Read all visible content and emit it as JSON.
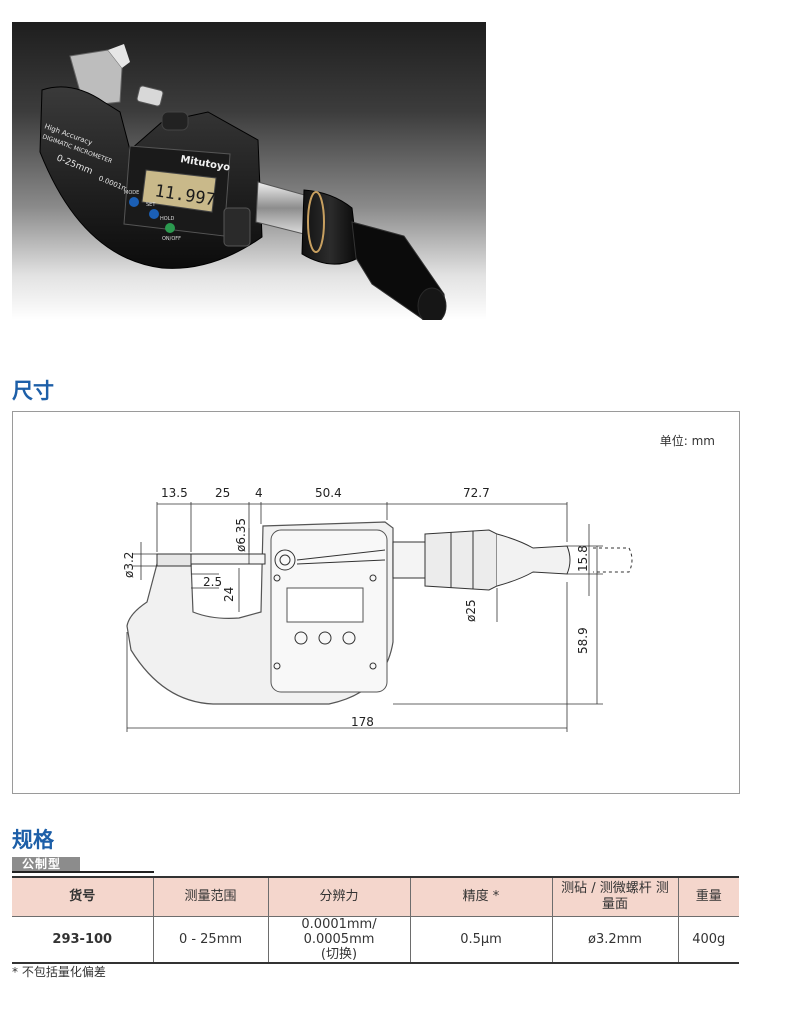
{
  "photo": {
    "label_series": "High Accuracy",
    "label_type": "DIGIMATIC MICROMETER",
    "label_range": "0-25mm",
    "label_resolution": "0.0001mm",
    "brand": "Mitutoyo",
    "display_value": "11.9973",
    "btn_mode": "MODE",
    "btn_set": "SET",
    "btn_hold": "HOLD",
    "btn_onoff": "ON/OFF"
  },
  "dimensions": {
    "title": "尺寸",
    "unit": "单位: mm",
    "labels": {
      "d1": "13.5",
      "d2": "25",
      "d3": "4",
      "d4": "50.4",
      "d5": "72.7",
      "anvil_dia": "ø3.2",
      "spindle_dia": "ø6.35",
      "gap": "2.5",
      "depth": "24",
      "thimble_dia": "ø25",
      "ratchet_h": "15.8",
      "height": "58.9",
      "total_length": "178"
    }
  },
  "specs": {
    "title": "规格",
    "tag": "公制型",
    "headers": [
      "货号",
      "测量范围",
      "分辨力",
      "精度 *",
      "测砧 / 测微螺杆 测量面",
      "重量"
    ],
    "row": {
      "code": "293-100",
      "range": "0 - 25mm",
      "resolution": "0.0001mm/ 0.0005mm",
      "resolution_note": "(切换)",
      "accuracy": "0.5μm",
      "face": "ø3.2mm",
      "weight": "400g"
    },
    "note": "* 不包括量化偏差"
  }
}
